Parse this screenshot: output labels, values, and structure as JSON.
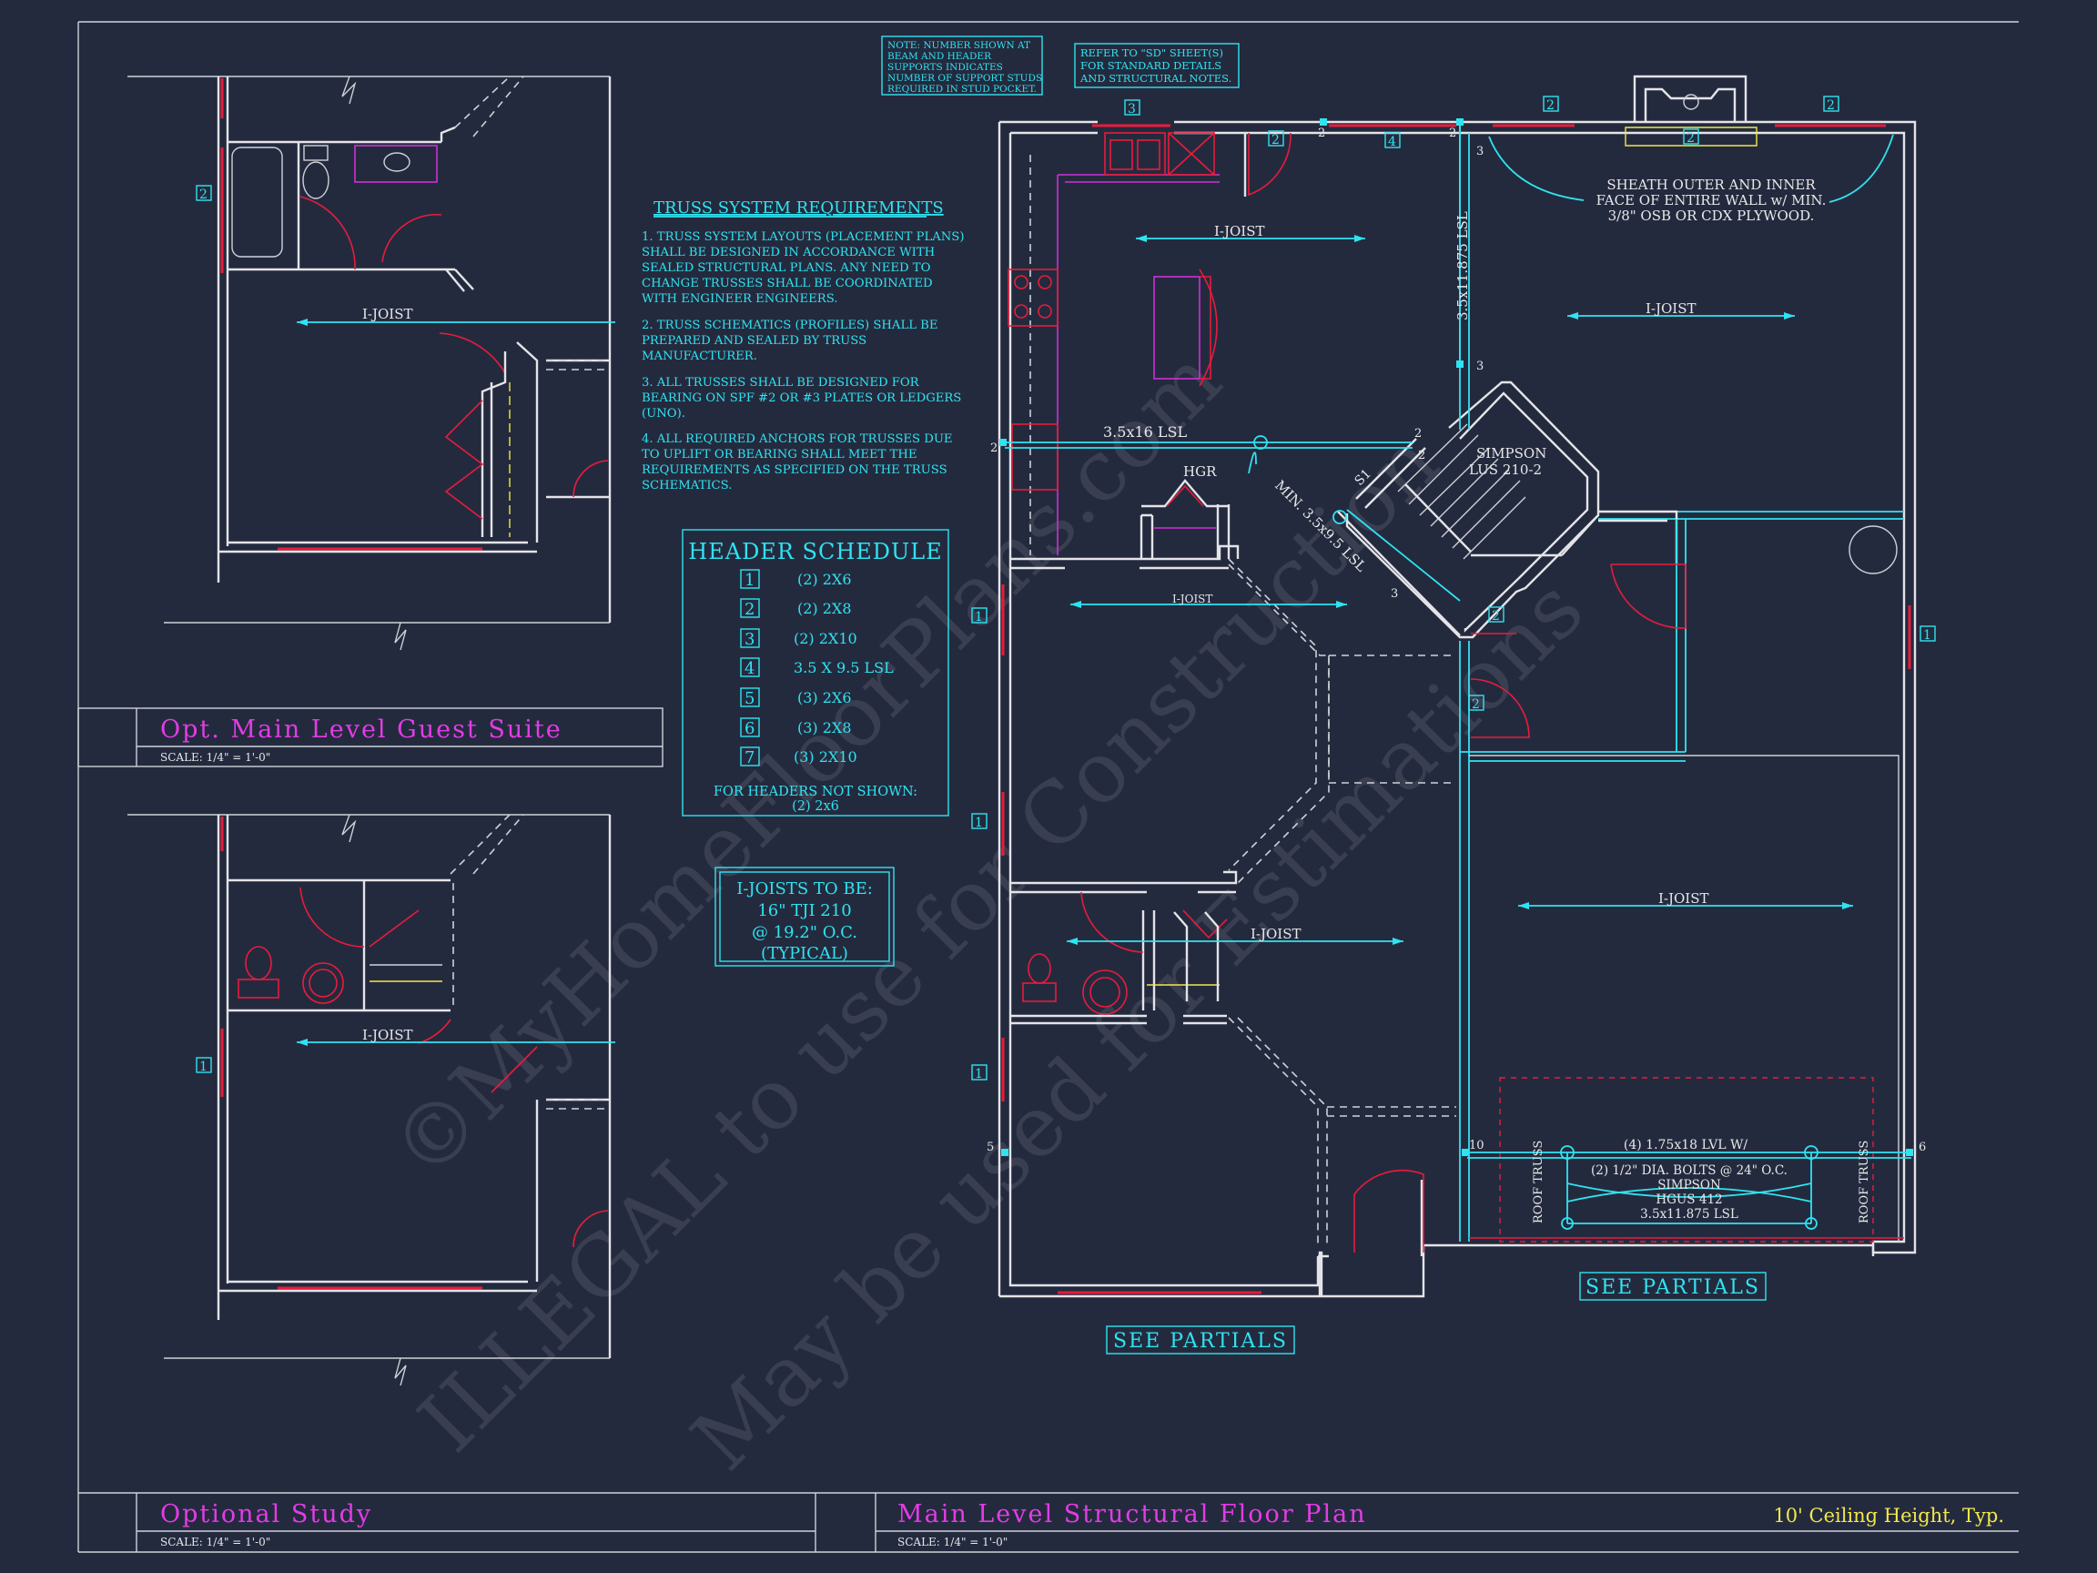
{
  "notes": {
    "support_studs": [
      "NOTE: NUMBER SHOWN AT",
      "BEAM AND HEADER",
      "SUPPORTS INDICATES",
      "NUMBER OF SUPPORT STUDS",
      "REQUIRED IN STUD POCKET."
    ],
    "sd_sheet": [
      "REFER TO \"SD\" SHEET(S)",
      "FOR STANDARD DETAILS",
      "AND STRUCTURAL NOTES."
    ]
  },
  "truss": {
    "title": "TRUSS SYSTEM REQUIREMENTS",
    "lines": [
      "1. TRUSS SYSTEM LAYOUTS (PLACEMENT PLANS)",
      "SHALL BE DESIGNED IN ACCORDANCE WITH",
      "SEALED STRUCTURAL PLANS. ANY NEED TO",
      "CHANGE TRUSSES SHALL BE COORDINATED",
      "WITH ENGINEER ENGINEERS.",
      "2. TRUSS SCHEMATICS (PROFILES) SHALL BE",
      "PREPARED AND SEALED BY TRUSS",
      "MANUFACTURER.",
      "3. ALL TRUSSES SHALL BE DESIGNED FOR",
      "BEARING ON SPF #2 OR #3 PLATES OR LEDGERS",
      "(UNO).",
      "4. ALL REQUIRED ANCHORS FOR TRUSSES DUE",
      "TO UPLIFT OR BEARING SHALL MEET THE",
      "REQUIREMENTS AS SPECIFIED ON THE TRUSS",
      "SCHEMATICS."
    ]
  },
  "header_schedule": {
    "title": "HEADER SCHEDULE",
    "rows": [
      {
        "num": "1",
        "spec": "(2) 2X6"
      },
      {
        "num": "2",
        "spec": "(2) 2X8"
      },
      {
        "num": "3",
        "spec": "(2) 2X10"
      },
      {
        "num": "4",
        "spec": "3.5 X 9.5 LSL"
      },
      {
        "num": "5",
        "spec": "(3) 2X6"
      },
      {
        "num": "6",
        "spec": "(3) 2X8"
      },
      {
        "num": "7",
        "spec": "(3) 2X10"
      }
    ],
    "footer": [
      "FOR HEADERS NOT SHOWN:",
      "(2) 2x6"
    ]
  },
  "ijoist_note": [
    "I-JOISTS TO BE:",
    "16\" TJI 210",
    "@ 19.2\" O.C.",
    "(TYPICAL)"
  ],
  "labels": {
    "ijoist": "I-JOIST",
    "beam_lsl_16": "3.5x16 LSL",
    "beam_lsl_11875": "3.5x11.875 LSL",
    "hgr": "HGR",
    "simpson_lus": [
      "SIMPSON",
      "LUS 210-2"
    ],
    "min_lsl": "MIN. 3.5x9.5 LSL",
    "sheath": [
      "SHEATH OUTER AND INNER",
      "FACE OF ENTIRE WALL w/ MIN.",
      "3/8\" OSB OR CDX PLYWOOD."
    ],
    "lvl": [
      "(4) 1.75x18 LVL W/",
      "(2) 1/2\" DIA. BOLTS @ 24\" O.C.",
      "SIMPSON",
      "HGUS 412",
      "3.5x11.875 LSL"
    ],
    "roof_truss": "ROOF TRUSS",
    "see_partials": "SEE PARTIALS",
    "stair_mark": "S1"
  },
  "titles": {
    "guest_suite": "Opt. Main Level Guest Suite",
    "optional_study": "Optional Study",
    "main_plan": "Main Level Structural Floor Plan",
    "ceiling": "10' Ceiling Height, Typ.",
    "scale": "SCALE: 1/4\" = 1'-0\""
  },
  "watermark": [
    "©MyHomeFloorPlans.com",
    "ILLEGAL to use for Construction",
    "May be used for Estimations"
  ],
  "colors": {
    "background": "#242a3e",
    "cyan": "#2fe3f0",
    "magenta": "#e23ce6",
    "yellow": "#f2e84a",
    "red": "#e81c3c"
  }
}
